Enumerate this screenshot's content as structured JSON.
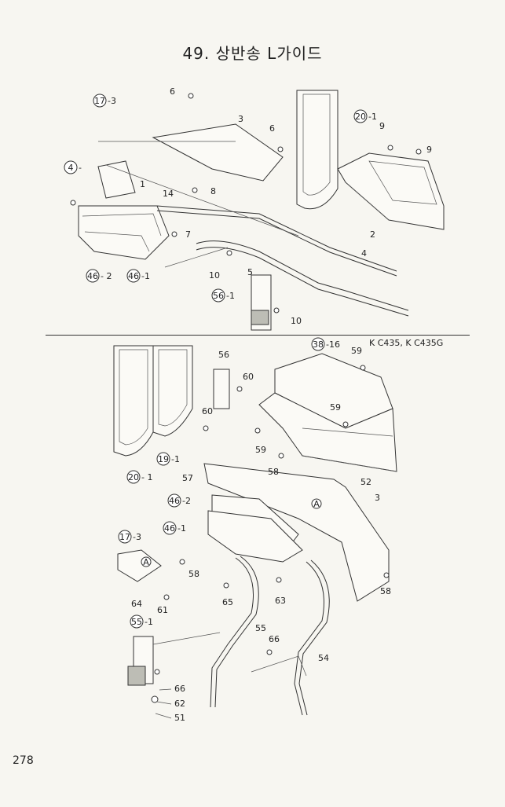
{
  "title": "49. 상반송 L가이드",
  "model": "K C435, K C435G",
  "page_number": "278",
  "callouts_top": [
    {
      "num": "17",
      "suffix": "-3"
    },
    {
      "num": "20",
      "suffix": "-1"
    },
    {
      "num": "4",
      "suffix": "-"
    },
    {
      "num": "46",
      "suffix": "- 2"
    },
    {
      "num": "46",
      "suffix": "-1"
    },
    {
      "num": "56",
      "suffix": "-1"
    }
  ],
  "labels_top": [
    "6",
    "3",
    "6",
    "9",
    "9",
    "1",
    "14",
    "8",
    "7",
    "2",
    "4",
    "10",
    "5",
    "10"
  ],
  "callouts_bottom": [
    {
      "num": "38",
      "suffix": "-16"
    },
    {
      "num": "19",
      "suffix": "-1"
    },
    {
      "num": "20",
      "suffix": "- 1"
    },
    {
      "num": "46",
      "suffix": "-2"
    },
    {
      "num": "46",
      "suffix": "-1"
    },
    {
      "num": "17",
      "suffix": "-3"
    },
    {
      "num": "55",
      "suffix": "-1"
    }
  ],
  "labels_bottom": [
    "59",
    "56",
    "60",
    "59",
    "60",
    "59",
    "58",
    "57",
    "52",
    "3",
    "58",
    "61",
    "64",
    "58",
    "65",
    "63",
    "55",
    "66",
    "54",
    "66",
    "62",
    "51"
  ],
  "marker_a": "A"
}
